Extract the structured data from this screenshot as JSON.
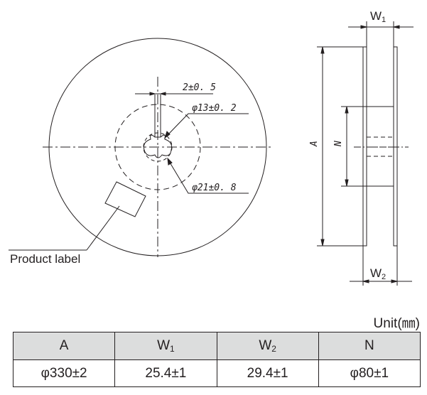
{
  "labels": {
    "dim_2": "2±0. 5",
    "dim_13": "φ13±0. 2",
    "dim_21": "φ21±0. 8",
    "product_label": "Product label",
    "A": "A",
    "N": "N",
    "W1_main": "W",
    "W1_sub": "1",
    "W2_main": "W",
    "W2_sub": "2"
  },
  "unit": "Unit(㎜)",
  "table": {
    "headers": [
      {
        "main": "A",
        "sub": ""
      },
      {
        "main": "W",
        "sub": "1"
      },
      {
        "main": "W",
        "sub": "2"
      },
      {
        "main": "N",
        "sub": ""
      }
    ],
    "values": [
      "φ330±2",
      "25.4±1",
      "29.4±1",
      "φ80±1"
    ]
  }
}
